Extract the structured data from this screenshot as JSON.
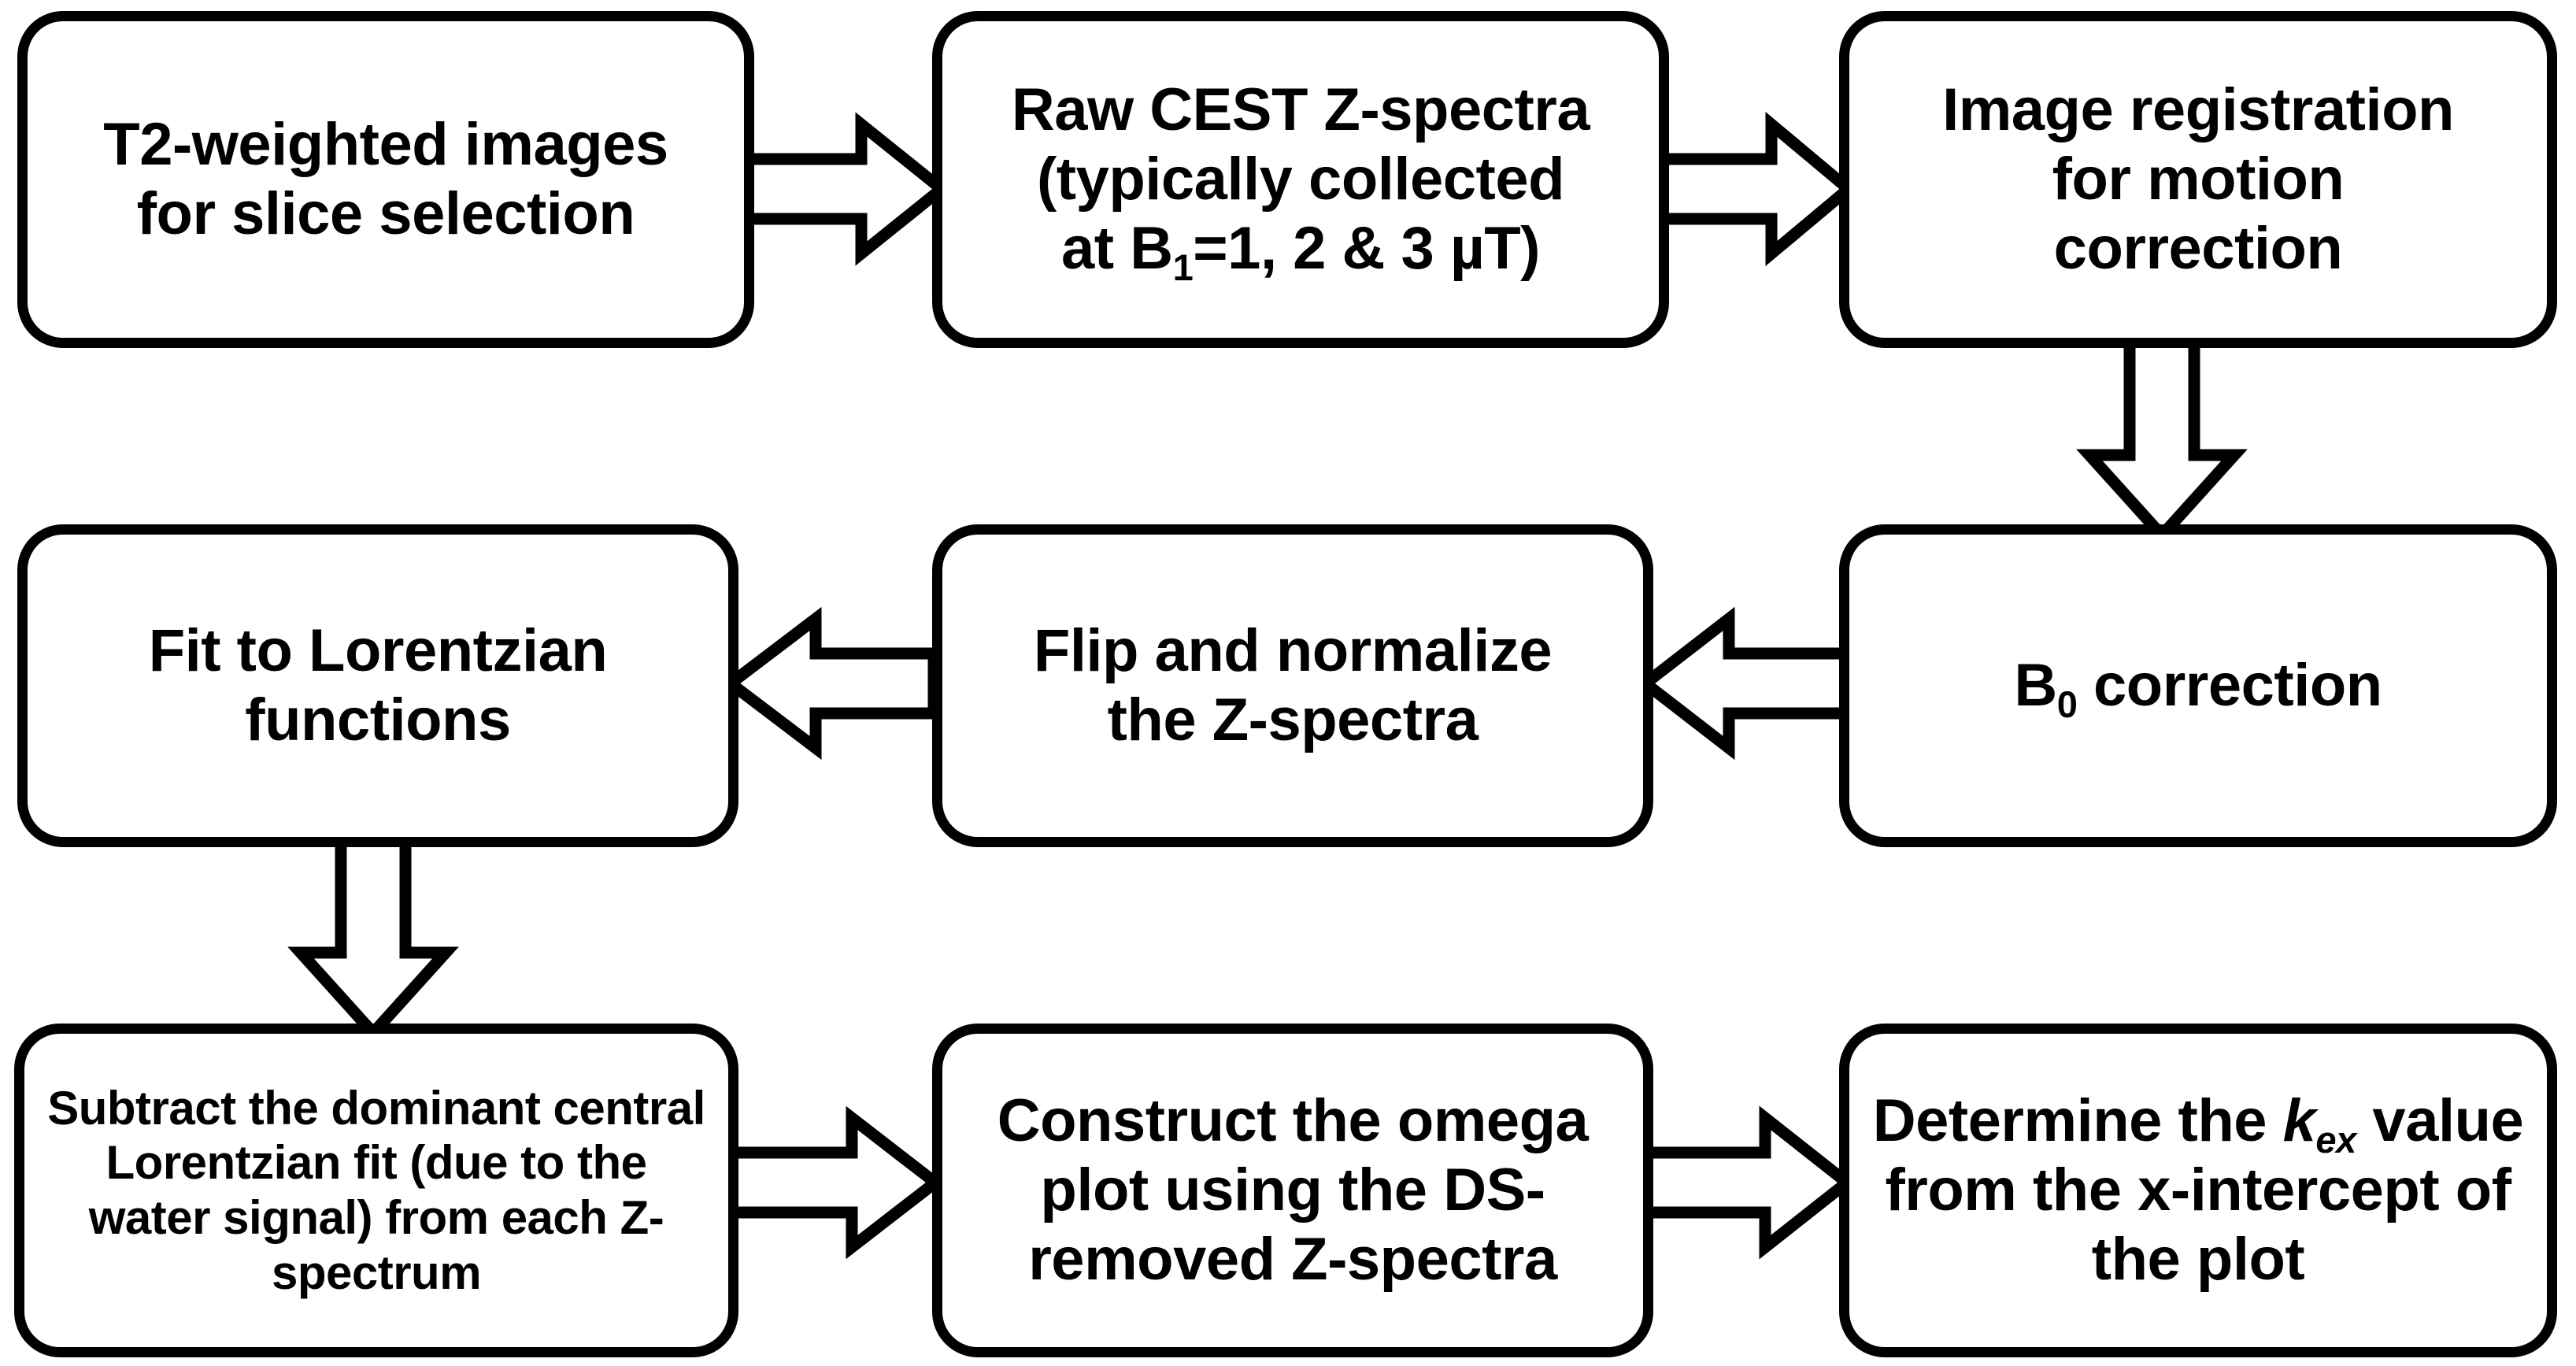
{
  "diagram": {
    "title": "CEST Z-spectra processing workflow",
    "background_color": "#ffffff",
    "stroke_color": "#000000",
    "fill_color": "#ffffff"
  },
  "nodes": [
    {
      "id": "t2-weighted-images",
      "row": 1,
      "column": 1,
      "text": "T2-weighted images\nfor slice selection",
      "lines": [
        "T2-weighted images",
        "for slice selection"
      ]
    },
    {
      "id": "raw-cest-z-spectra",
      "row": 1,
      "column": 2,
      "text": "Raw CEST Z-spectra (typically collected at B1=1, 2 & 3 µT)",
      "lines": [
        "Raw CEST Z-spectra",
        "(typically collected",
        "at B1=1, 2 & 3 µT)"
      ],
      "line1": "Raw CEST Z-spectra",
      "line2": "(typically collected",
      "line3_pre": "at B",
      "line3_sub": "1",
      "line3_post": "=1, 2 & 3 µT)"
    },
    {
      "id": "image-registration",
      "row": 1,
      "column": 3,
      "text": "Image registration\nfor motion\ncorrection",
      "lines": [
        "Image registration",
        "for motion",
        "correction"
      ]
    },
    {
      "id": "fit-to-lorentzian",
      "row": 2,
      "column": 1,
      "text": "Fit to Lorentzian\nfunctions",
      "lines": [
        "Fit to Lorentzian",
        "functions"
      ]
    },
    {
      "id": "flip-and-normalize",
      "row": 2,
      "column": 2,
      "text": "Flip and normalize\nthe Z-spectra",
      "lines": [
        "Flip and normalize",
        "the Z-spectra"
      ]
    },
    {
      "id": "b0-correction",
      "row": 2,
      "column": 3,
      "text": "B0 correction",
      "label_pre": "B",
      "label_sub": "0",
      "label_post": " correction"
    },
    {
      "id": "subtract-dominant-lorentzian",
      "row": 3,
      "column": 1,
      "text": "Subtract the dominant central Lorentzian fit (due to the water signal) from each Z-spectrum",
      "lines": [
        "Subtract the dominant",
        "central Lorentzian fit (due",
        "to the water signal) from",
        "each Z-spectrum"
      ]
    },
    {
      "id": "construct-omega-plot",
      "row": 3,
      "column": 2,
      "text": "Construct the omega plot using the DS-removed Z-spectra",
      "lines": [
        "Construct the omega",
        "plot using the DS-",
        "removed Z-spectra"
      ]
    },
    {
      "id": "determine-kex-value",
      "row": 3,
      "column": 3,
      "text": "Determine the kex value from the x-intercept of the plot",
      "label_pre": "Determine the ",
      "label_var": "k",
      "label_sub": "ex",
      "label_post": " value from the x-intercept of the plot"
    }
  ],
  "connectors": [
    {
      "id": "t2-to-raw",
      "from": "t2-weighted-images",
      "to": "raw-cest-z-spectra",
      "direction": "right"
    },
    {
      "id": "raw-to-registration",
      "from": "raw-cest-z-spectra",
      "to": "image-registration",
      "direction": "right"
    },
    {
      "id": "registration-to-b0",
      "from": "image-registration",
      "to": "b0-correction",
      "direction": "down"
    },
    {
      "id": "b0-to-flip",
      "from": "b0-correction",
      "to": "flip-and-normalize",
      "direction": "left"
    },
    {
      "id": "flip-to-fit",
      "from": "flip-and-normalize",
      "to": "fit-to-lorentzian",
      "direction": "left"
    },
    {
      "id": "fit-to-subtract",
      "from": "fit-to-lorentzian",
      "to": "subtract-dominant-lorentzian",
      "direction": "down"
    },
    {
      "id": "subtract-to-omega",
      "from": "subtract-dominant-lorentzian",
      "to": "construct-omega-plot",
      "direction": "right"
    },
    {
      "id": "omega-to-kex",
      "from": "construct-omega-plot",
      "to": "determine-kex-value",
      "direction": "right"
    }
  ]
}
